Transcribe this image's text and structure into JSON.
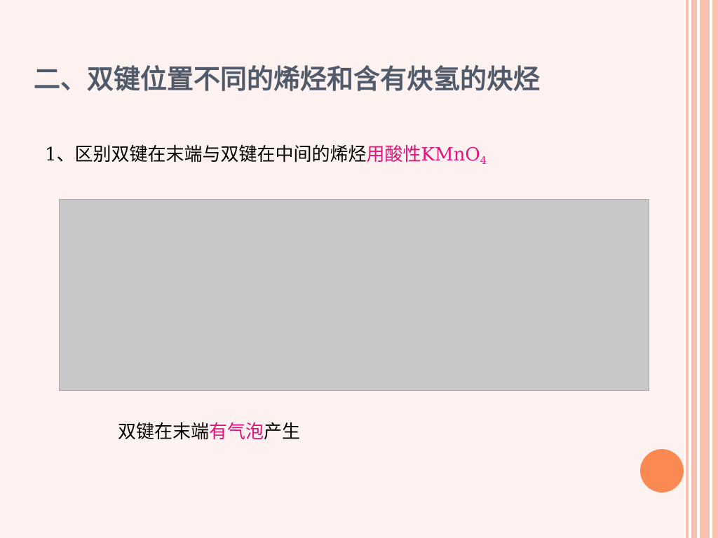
{
  "slide": {
    "title": "二、双键位置不同的烯烃和含有炔氢的炔烃",
    "subtitle": {
      "prefix": "1、区别双键在末端与双键在中间的烯烃",
      "reagent": "用酸性KMnO",
      "reagent_subscript": "4"
    },
    "note": {
      "prefix": "双键在末端",
      "highlight": "有气泡",
      "suffix": "产生"
    }
  },
  "colors": {
    "background": "#fdf2ef",
    "stripes": "#f6c1ad",
    "title": "#505a6b",
    "highlight": "#e0147a",
    "circle": "#fb8a52"
  }
}
